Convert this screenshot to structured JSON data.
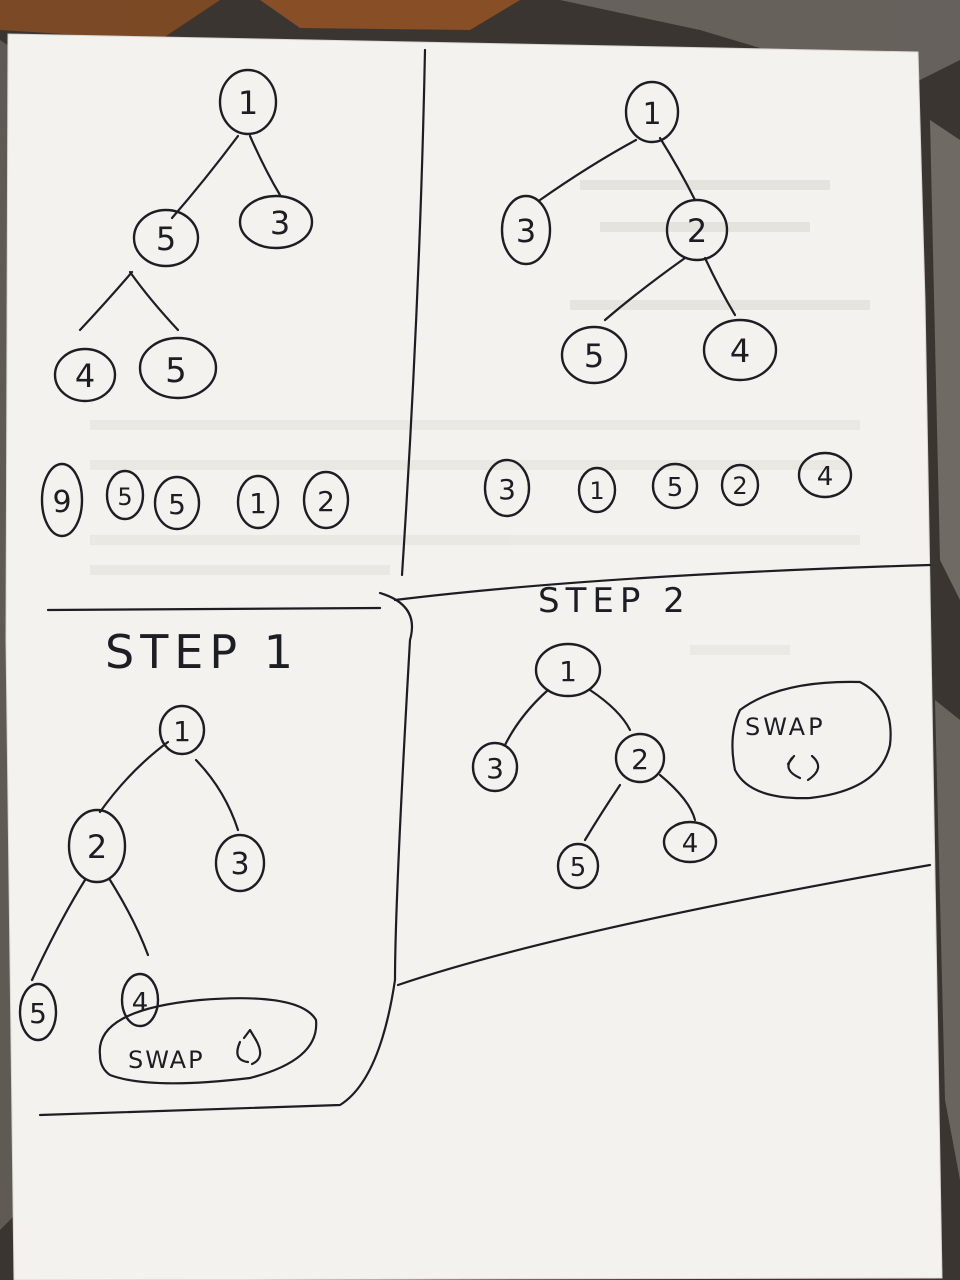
{
  "panels": {
    "top_left": {
      "tree": [
        {
          "id": "tl1",
          "label": "1"
        },
        {
          "id": "tl2",
          "label": "5"
        },
        {
          "id": "tl3",
          "label": "3"
        },
        {
          "id": "tl4",
          "label": "4"
        },
        {
          "id": "tl5",
          "label": "5"
        }
      ],
      "array": [
        "9",
        "5",
        "5",
        "1",
        "2"
      ]
    },
    "top_right": {
      "tree": [
        {
          "id": "tr1",
          "label": "1"
        },
        {
          "id": "tr2",
          "label": "3"
        },
        {
          "id": "tr3",
          "label": "2"
        },
        {
          "id": "tr4",
          "label": "5"
        },
        {
          "id": "tr5",
          "label": "4"
        }
      ],
      "array": [
        "3",
        "1",
        "5",
        "2",
        "4"
      ]
    },
    "step1": {
      "title": "STEP 1",
      "tree": [
        {
          "id": "s1a",
          "label": "1"
        },
        {
          "id": "s1b",
          "label": "2"
        },
        {
          "id": "s1c",
          "label": "3"
        },
        {
          "id": "s1d",
          "label": "5"
        },
        {
          "id": "s1e",
          "label": "4"
        }
      ],
      "swap_label": "SWAP"
    },
    "step2": {
      "title": "STEP 2",
      "tree": [
        {
          "id": "s2a",
          "label": "1"
        },
        {
          "id": "s2b",
          "label": "3"
        },
        {
          "id": "s2c",
          "label": "2"
        },
        {
          "id": "s2d",
          "label": "5"
        },
        {
          "id": "s2e",
          "label": "4"
        }
      ],
      "swap_label": "SWAP"
    }
  },
  "colors": {
    "paper": "#f3f2ee",
    "ink": "#1d1d24",
    "fabric": "#3a3530"
  }
}
